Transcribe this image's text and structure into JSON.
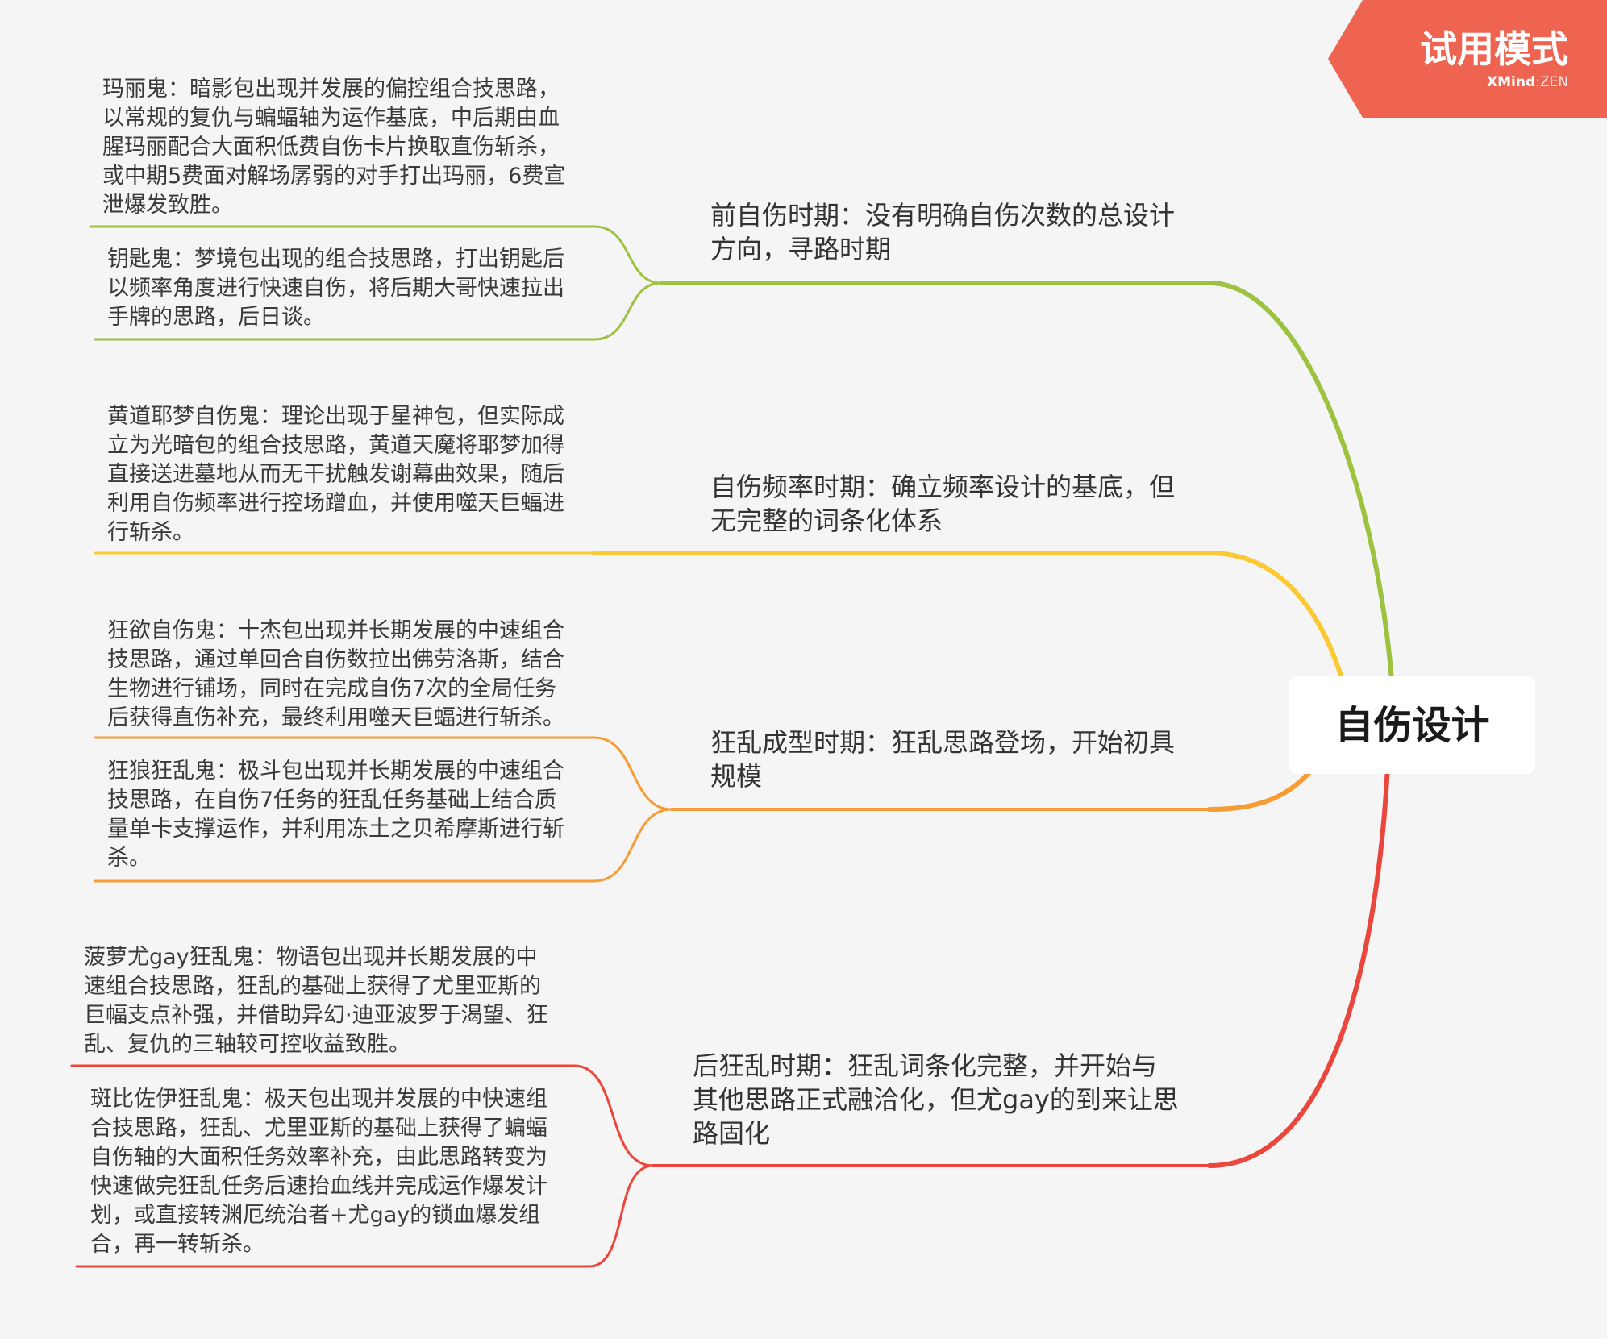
{
  "trial_badge": {
    "label": "试用模式",
    "brand": "XMind",
    "edition": ":ZEN",
    "color": "#ef6351"
  },
  "central_topic": {
    "label": "自伤设计"
  },
  "branches": [
    {
      "color": "#9cc23f",
      "label": "前自伤时期：没有明确自伤次数的总设计\n方向，寻路时期",
      "subtopics": [
        {
          "label": "玛丽鬼：暗影包出现并发展的偏控组合技思路，\n以常规的复仇与蝙蝠轴为运作基底，中后期由血\n腥玛丽配合大面积低费自伤卡片换取直伤斩杀，\n或中期5费面对解场孱弱的对手打出玛丽，6费宣\n泄爆发致胜。"
        },
        {
          "label": "钥匙鬼：梦境包出现的组合技思路，打出钥匙后\n以频率角度进行快速自伤，将后期大哥快速拉出\n手牌的思路，后日谈。"
        }
      ]
    },
    {
      "color": "#fbc933",
      "label": "自伤频率时期：确立频率设计的基底，但\n无完整的词条化体系",
      "subtopics": [
        {
          "label": "黄道耶梦自伤鬼：理论出现于星神包，但实际成\n立为光暗包的组合技思路，黄道天魔将耶梦加得\n直接送进墓地从而无干扰触发谢幕曲效果，随后\n利用自伤频率进行控场蹭血，并使用噬天巨蝠进\n行斩杀。"
        }
      ]
    },
    {
      "color": "#f59c35",
      "label": "狂乱成型时期：狂乱思路登场，开始初具\n规模",
      "subtopics": [
        {
          "label": "狂欲自伤鬼：十杰包出现并长期发展的中速组合\n技思路，通过单回合自伤数拉出佛劳洛斯，结合\n生物进行铺场，同时在完成自伤7次的全局任务\n后获得直伤补充，最终利用噬天巨蝠进行斩杀。"
        },
        {
          "label": "狂狼狂乱鬼：极斗包出现并长期发展的中速组合\n技思路，在自伤7任务的狂乱任务基础上结合质\n量单卡支撑运作，并利用冻土之贝希摩斯进行斩\n杀。"
        }
      ]
    },
    {
      "color": "#ea463c",
      "label": "后狂乱时期：狂乱词条化完整，并开始与\n其他思路正式融洽化，但尤gay的到来让思\n路固化",
      "subtopics": [
        {
          "label": "菠萝尤gay狂乱鬼：物语包出现并长期发展的中\n速组合技思路，狂乱的基础上获得了尤里亚斯的\n巨幅支点补强，并借助异幻·迪亚波罗于渴望、狂\n乱、复仇的三轴较可控收益致胜。"
        },
        {
          "label": "斑比佐伊狂乱鬼：极天包出现并发展的中快速组\n合技思路，狂乱、尤里亚斯的基础上获得了蝙蝠\n自伤轴的大面积任务效率补充，由此思路转变为\n快速做完狂乱任务后速抬血线并完成运作爆发计\n划，或直接转渊厄统治者+尤gay的锁血爆发组\n合，再一转斩杀。"
        }
      ]
    }
  ]
}
